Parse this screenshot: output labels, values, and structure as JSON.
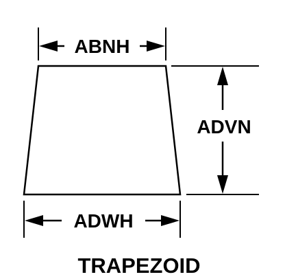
{
  "labels": {
    "top_width": "ABNH",
    "bottom_width": "ADWH",
    "height": "ADVN",
    "shape_name": "TRAPEZOID"
  },
  "colors": {
    "ink": "#000000",
    "background": "#ffffff"
  }
}
